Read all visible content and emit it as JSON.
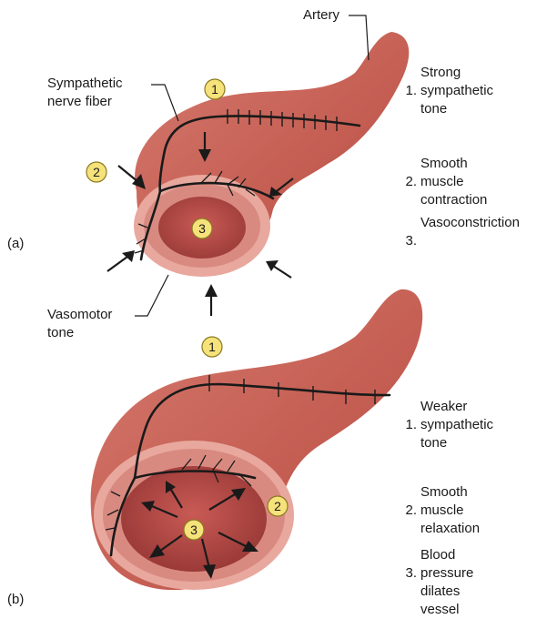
{
  "labels": {
    "artery": "Artery",
    "sympathetic_fiber": "Sympathetic\nnerve fiber",
    "vasomotor_tone": "Vasomotor\ntone",
    "panel_a": "(a)",
    "panel_b": "(b)"
  },
  "markers": {
    "a1": "1",
    "a2": "2",
    "a3": "3",
    "b1": "1",
    "b2": "2",
    "b3": "3"
  },
  "legend_a": [
    {
      "num": "1.",
      "text": "Strong\nsympathetic\ntone"
    },
    {
      "num": "2.",
      "text": "Smooth muscle\ncontraction"
    },
    {
      "num": "3.",
      "text": "Vasoconstriction"
    }
  ],
  "legend_b": [
    {
      "num": "1.",
      "text": "Weaker\nsympathetic\ntone"
    },
    {
      "num": "2.",
      "text": "Smooth muscle\nrelaxation"
    },
    {
      "num": "3.",
      "text": "Blood pressure\ndilates vessel"
    }
  ],
  "colors": {
    "vessel": "#c8645a",
    "vessel_dark": "#a84a42",
    "vessel_light": "#e6a59b",
    "lumen": "#b94a46",
    "ring": "#e8a89e",
    "marker_fill": "#f6e27a",
    "marker_stroke": "#8a7a20",
    "nerve": "#1a1a1a"
  }
}
